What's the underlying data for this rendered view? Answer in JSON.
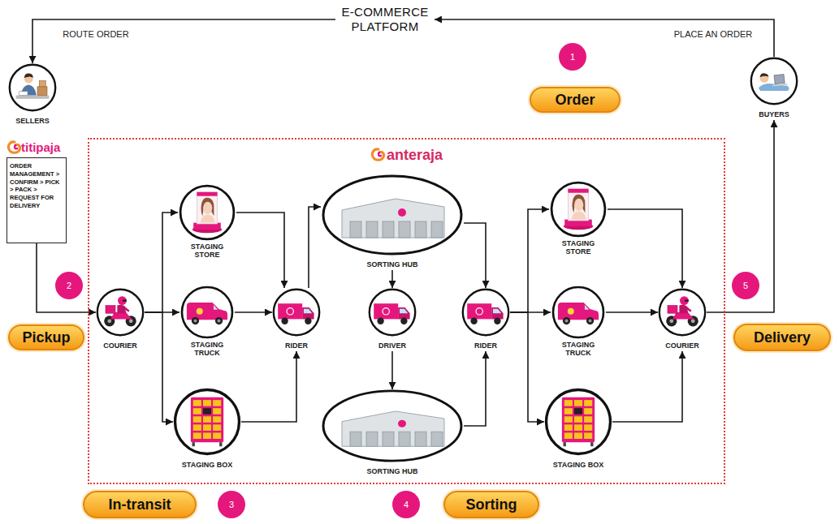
{
  "diagram": {
    "nodes": [
      {
        "text": [
          "E-COMMERCE PLATFORM"
        ]
      },
      {
        "text": [
          "SELLERS"
        ]
      },
      {
        "text": [
          "BUYERS"
        ]
      },
      {
        "text": [
          "titipaja",
          "ORDER MANAGEMENT > CONFIRM > PICK > PACK > REQUEST FOR DELIVERY"
        ]
      },
      {
        "text": [
          "anteraja"
        ]
      },
      {
        "text": [
          "COURIER"
        ],
        "in": 4
      },
      {
        "text": [
          "STAGING STORE"
        ],
        "in": 4
      },
      {
        "text": [
          "STAGING TRUCK"
        ],
        "in": 4
      },
      {
        "text": [
          "STAGING BOX"
        ],
        "in": 4
      },
      {
        "text": [
          "RIDER"
        ],
        "in": 4
      },
      {
        "text": [
          "SORTING HUB"
        ],
        "in": 4
      },
      {
        "text": [
          "DRIVER"
        ],
        "in": 4
      },
      {
        "text": [
          "SORTING HUB"
        ],
        "in": 4
      },
      {
        "text": [
          "RIDER"
        ],
        "in": 4
      },
      {
        "text": [
          "STAGING STORE"
        ],
        "in": 4
      },
      {
        "text": [
          "STAGING TRUCK"
        ],
        "in": 4
      },
      {
        "text": [
          "STAGING BOX"
        ],
        "in": 4
      },
      {
        "text": [
          "COURIER"
        ],
        "in": 4
      },
      {
        "text": [
          "Order"
        ]
      },
      {
        "text": [
          "Pickup"
        ]
      },
      {
        "text": [
          "Delivery"
        ]
      },
      {
        "text": [
          "In-transit"
        ]
      },
      {
        "text": [
          "Sorting"
        ]
      }
    ],
    "edges": [
      {
        "from": 2,
        "to": 0,
        "label": "PLACE AN ORDER",
        "arrow": "to"
      },
      {
        "from": 0,
        "to": 1,
        "label": "ROUTE ORDER",
        "arrow": "to"
      },
      {
        "from": 3,
        "to": 5,
        "arrow": "to"
      },
      {
        "from": 5,
        "to": 6,
        "arrow": "to"
      },
      {
        "from": 5,
        "to": 7,
        "arrow": "to"
      },
      {
        "from": 5,
        "to": 8,
        "arrow": "to"
      },
      {
        "from": 6,
        "to": 9,
        "arrow": "to"
      },
      {
        "from": 7,
        "to": 9,
        "arrow": "to"
      },
      {
        "from": 8,
        "to": 9,
        "arrow": "to"
      },
      {
        "from": 9,
        "to": 10,
        "arrow": "to"
      },
      {
        "from": 10,
        "to": 11,
        "arrow": "to"
      },
      {
        "from": 11,
        "to": 12,
        "arrow": "to"
      },
      {
        "from": 10,
        "to": 13,
        "arrow": "to"
      },
      {
        "from": 12,
        "to": 13,
        "arrow": "to"
      },
      {
        "from": 13,
        "to": 14,
        "arrow": "to"
      },
      {
        "from": 13,
        "to": 15,
        "arrow": "to"
      },
      {
        "from": 13,
        "to": 16,
        "arrow": "to"
      },
      {
        "from": 14,
        "to": 17,
        "arrow": "to"
      },
      {
        "from": 15,
        "to": 17,
        "arrow": "to"
      },
      {
        "from": 16,
        "to": 17,
        "arrow": "to"
      },
      {
        "from": 17,
        "to": 2,
        "arrow": "to"
      }
    ],
    "labels": [
      "1",
      "2",
      "5",
      "3",
      "4"
    ]
  }
}
